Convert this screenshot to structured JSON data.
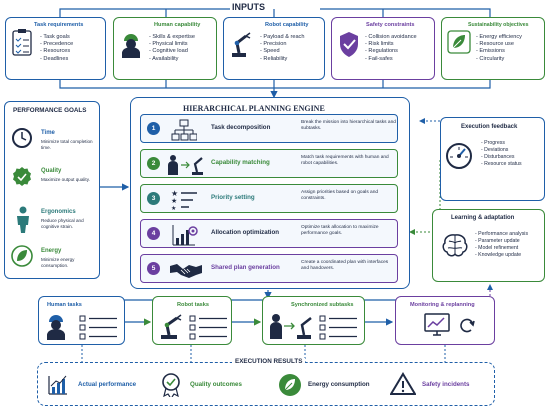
{
  "inputs": {
    "title": "INPUTS",
    "boxes": [
      {
        "title": "Task requirements",
        "items": [
          "Task goals",
          "Precedence",
          "Resources",
          "Deadlines"
        ]
      },
      {
        "title": "Human capability",
        "items": [
          "Skills & expertise",
          "Physical limits",
          "Cognitive load",
          "Availability"
        ]
      },
      {
        "title": "Robot capability",
        "items": [
          "Payload & reach",
          "Precision",
          "Speed",
          "Reliability"
        ]
      },
      {
        "title": "Safety constraints",
        "items": [
          "Collision avoidance",
          "Risk limits",
          "Regulations",
          "Fail-safes"
        ]
      },
      {
        "title": "Sustainability objectives",
        "items": [
          "Energy efficiency",
          "Resource use",
          "Emissions",
          "Circularity"
        ]
      }
    ]
  },
  "goals": {
    "title": "PERFORMANCE GOALS",
    "items": [
      {
        "title": "Time",
        "desc": "Minimize total completion time."
      },
      {
        "title": "Quality",
        "desc": "Maximize output quality."
      },
      {
        "title": "Ergonomics",
        "desc": "Reduce physical and cognitive strain."
      },
      {
        "title": "Energy",
        "desc": "Minimize energy consumption."
      }
    ]
  },
  "engine": {
    "title": "HIERARCHICAL PLANNING ENGINE",
    "steps": [
      {
        "num": "1",
        "name": "Task decomposition",
        "desc": "Break the mission into hierarchical tasks and subtasks."
      },
      {
        "num": "2",
        "name": "Capability matching",
        "desc": "Match task requirements with human and robot capabilities."
      },
      {
        "num": "3",
        "name": "Priority setting",
        "desc": "Assign priorities based on goals and constraints."
      },
      {
        "num": "4",
        "name": "Allocation optimization",
        "desc": "Optimize task allocation to maximize performance goals."
      },
      {
        "num": "5",
        "name": "Shared plan generation",
        "desc": "Create a coordinated plan with interfaces and handovers."
      }
    ]
  },
  "feedback": {
    "title": "Execution feedback",
    "items": [
      "Progress",
      "Deviations",
      "Disturbances",
      "Resource status"
    ]
  },
  "learning": {
    "title": "Learning & adaptation",
    "items": [
      "Performance analysis",
      "Parameter update",
      "Model refinement",
      "Knowledge update"
    ]
  },
  "execution": {
    "human_tasks": "Human tasks",
    "robot_tasks": "Robot tasks",
    "sync_subtasks": "Synchronized subtasks",
    "monitoring": "Monitoring & replanning"
  },
  "results": {
    "title": "EXECUTION RESULTS",
    "items": [
      "Actual performance",
      "Quality outcomes",
      "Energy consumption",
      "Safety incidents"
    ]
  },
  "colors": {
    "blue": "#1f5fa8",
    "green": "#3a8a3a",
    "purple": "#6b3fa0",
    "dark": "#1f2a44"
  }
}
